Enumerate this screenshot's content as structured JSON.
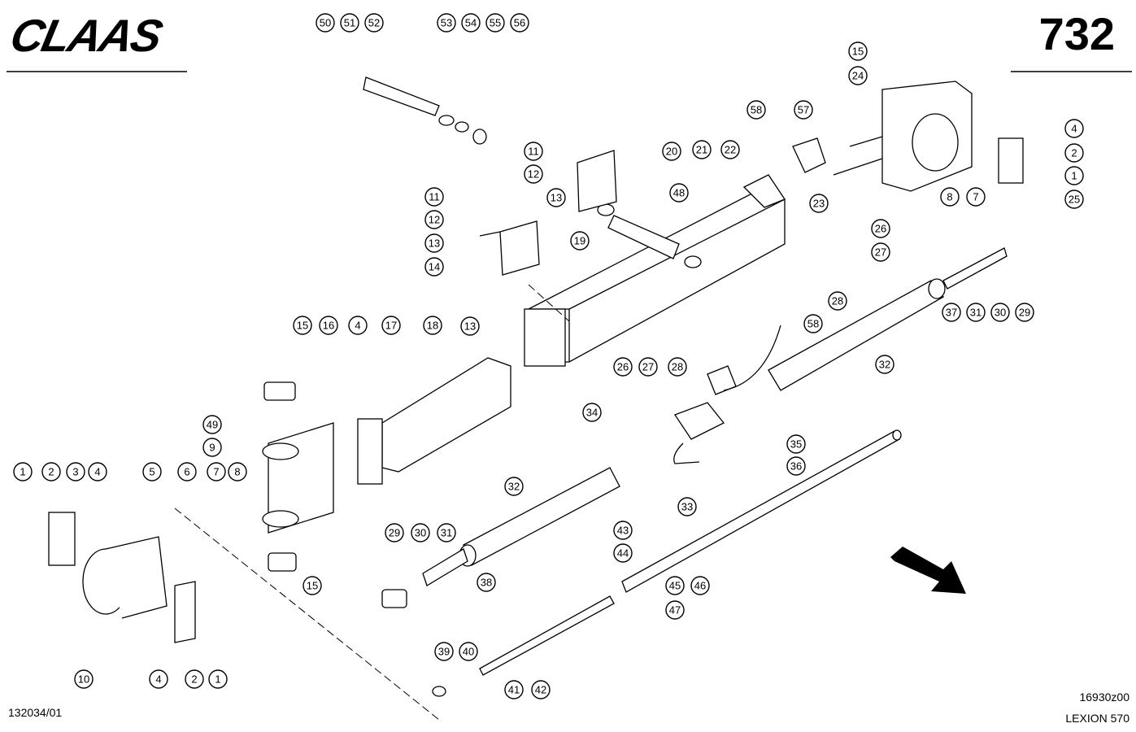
{
  "header": {
    "brand_logo": "CLAAS",
    "page_number": "732"
  },
  "footer": {
    "catalog_code": "132034/01",
    "drawing_code": "16930z00",
    "model": "LEXION 570"
  },
  "callouts": [
    {
      "n": "50"
    },
    {
      "n": "51"
    },
    {
      "n": "52"
    },
    {
      "n": "53"
    },
    {
      "n": "54"
    },
    {
      "n": "55"
    },
    {
      "n": "56"
    },
    {
      "n": "15"
    },
    {
      "n": "24"
    },
    {
      "n": "58"
    },
    {
      "n": "57"
    },
    {
      "n": "11"
    },
    {
      "n": "20"
    },
    {
      "n": "21"
    },
    {
      "n": "22"
    },
    {
      "n": "4"
    },
    {
      "n": "2"
    },
    {
      "n": "12"
    },
    {
      "n": "1"
    },
    {
      "n": "8"
    },
    {
      "n": "7"
    },
    {
      "n": "25"
    },
    {
      "n": "13"
    },
    {
      "n": "48"
    },
    {
      "n": "23"
    },
    {
      "n": "11"
    },
    {
      "n": "12"
    },
    {
      "n": "26"
    },
    {
      "n": "19"
    },
    {
      "n": "27"
    },
    {
      "n": "13"
    },
    {
      "n": "14"
    },
    {
      "n": "28"
    },
    {
      "n": "37"
    },
    {
      "n": "31"
    },
    {
      "n": "30"
    },
    {
      "n": "29"
    },
    {
      "n": "15"
    },
    {
      "n": "16"
    },
    {
      "n": "4"
    },
    {
      "n": "17"
    },
    {
      "n": "18"
    },
    {
      "n": "13"
    },
    {
      "n": "58"
    },
    {
      "n": "28"
    },
    {
      "n": "26"
    },
    {
      "n": "27"
    },
    {
      "n": "32"
    },
    {
      "n": "34"
    },
    {
      "n": "49"
    },
    {
      "n": "9"
    },
    {
      "n": "35"
    },
    {
      "n": "36"
    },
    {
      "n": "1"
    },
    {
      "n": "2"
    },
    {
      "n": "3"
    },
    {
      "n": "4"
    },
    {
      "n": "5"
    },
    {
      "n": "6"
    },
    {
      "n": "7"
    },
    {
      "n": "8"
    },
    {
      "n": "32"
    },
    {
      "n": "33"
    },
    {
      "n": "29"
    },
    {
      "n": "30"
    },
    {
      "n": "31"
    },
    {
      "n": "43"
    },
    {
      "n": "44"
    },
    {
      "n": "15"
    },
    {
      "n": "45"
    },
    {
      "n": "46"
    },
    {
      "n": "47"
    },
    {
      "n": "38"
    },
    {
      "n": "39"
    },
    {
      "n": "40"
    },
    {
      "n": "10"
    },
    {
      "n": "4"
    },
    {
      "n": "2"
    },
    {
      "n": "1"
    },
    {
      "n": "41"
    },
    {
      "n": "42"
    }
  ]
}
